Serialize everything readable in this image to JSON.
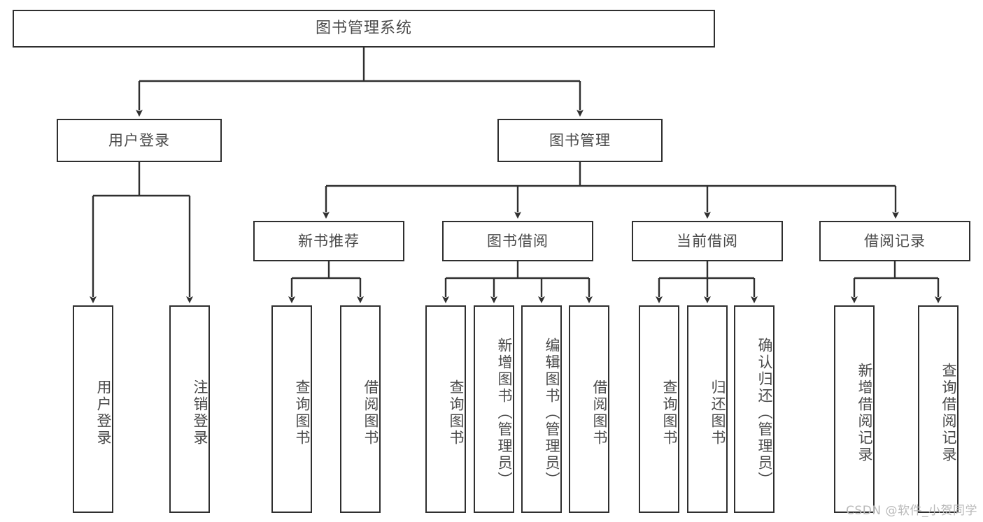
{
  "diagram": {
    "type": "tree",
    "title": "图书管理系统",
    "watermark": "CSDN @软件_小贺同学",
    "colors": {
      "box_border": "#2f2f2f",
      "box_fill": "#ffffff",
      "text": "#4a4a4a",
      "link": "#2f2f2f",
      "watermark": "#b9b9b9"
    },
    "nodes": {
      "root": {
        "label": "图书管理系统"
      },
      "level2": [
        {
          "label": "用户登录"
        },
        {
          "label": "图书管理"
        }
      ],
      "level3": [
        {
          "label": "新书推荐"
        },
        {
          "label": "图书借阅"
        },
        {
          "label": "当前借阅"
        },
        {
          "label": "借阅记录"
        }
      ],
      "leaves": {
        "user_login": [
          {
            "label": "用户登录"
          },
          {
            "label": "注销登录"
          }
        ],
        "new_book": [
          {
            "label": "查询图书"
          },
          {
            "label": "借阅图书"
          }
        ],
        "book_borrow": [
          {
            "label": "查询图书"
          },
          {
            "label": "新增图书（管理员）"
          },
          {
            "label": "编辑图书（管理员）"
          },
          {
            "label": "借阅图书"
          }
        ],
        "current_borrow": [
          {
            "label": "查询图书"
          },
          {
            "label": "归还图书"
          },
          {
            "label": "确认归还（管理员）"
          }
        ],
        "borrow_record": [
          {
            "label": "新增借阅记录"
          },
          {
            "label": "查询借阅记录"
          }
        ]
      }
    }
  }
}
